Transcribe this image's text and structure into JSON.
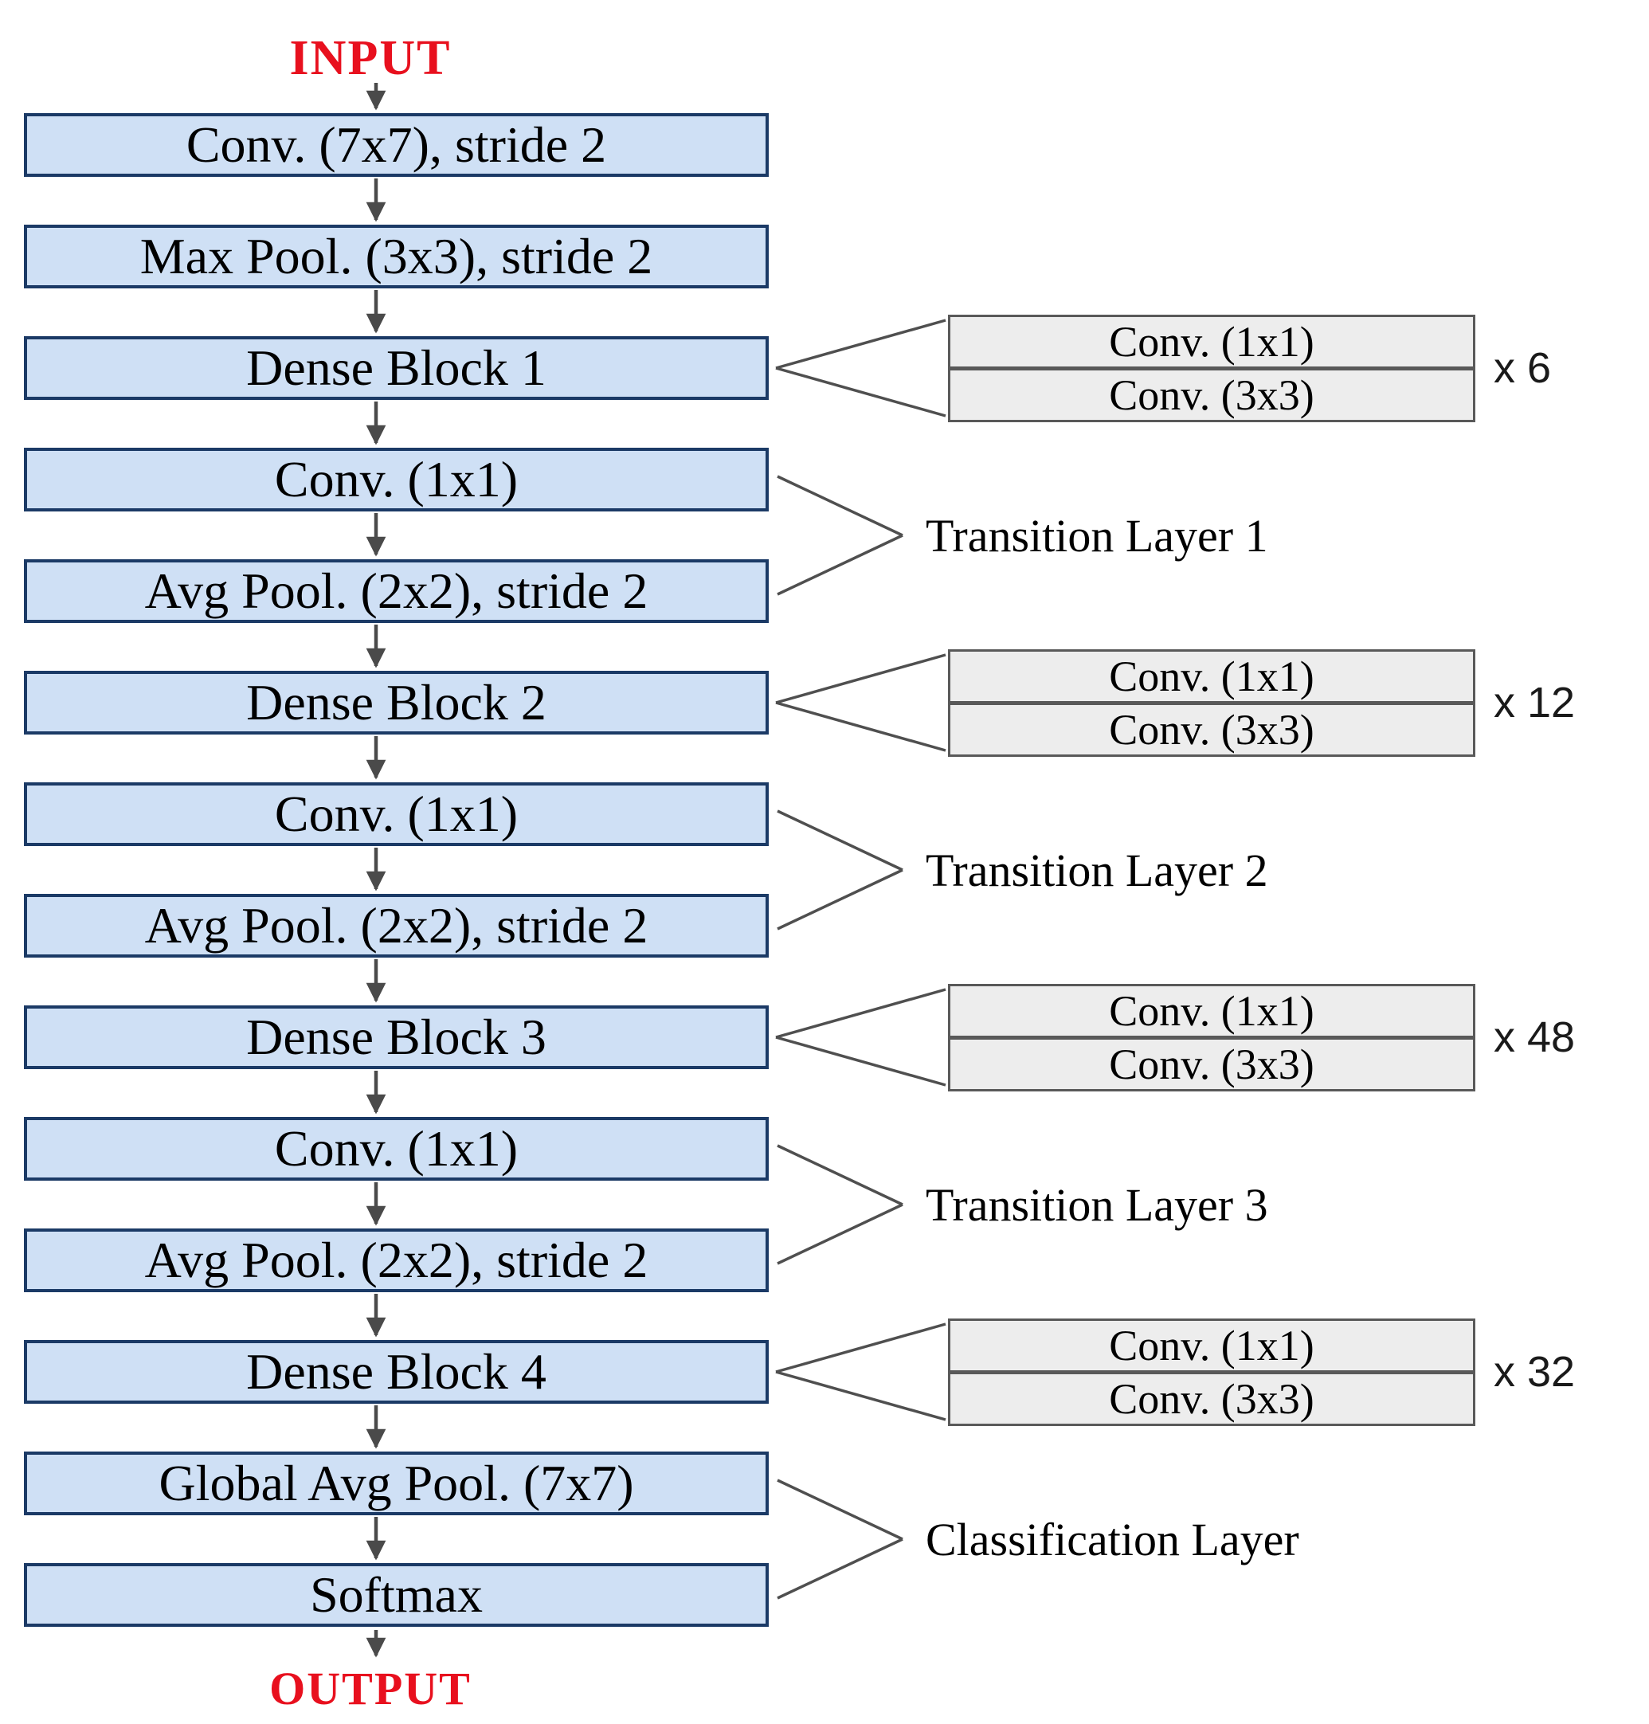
{
  "input_label": "INPUT",
  "output_label": "OUTPUT",
  "main_flow": [
    {
      "label": "Conv. (7x7), stride 2"
    },
    {
      "label": "Max Pool. (3x3), stride 2"
    },
    {
      "label": "Dense Block 1"
    },
    {
      "label": "Conv. (1x1)"
    },
    {
      "label": "Avg Pool. (2x2), stride 2"
    },
    {
      "label": "Dense Block 2"
    },
    {
      "label": "Conv. (1x1)"
    },
    {
      "label": "Avg Pool. (2x2), stride 2"
    },
    {
      "label": "Dense Block 3"
    },
    {
      "label": "Conv. (1x1)"
    },
    {
      "label": "Avg Pool. (2x2), stride 2"
    },
    {
      "label": "Dense Block 4"
    },
    {
      "label": "Global Avg Pool. (7x7)"
    },
    {
      "label": "Softmax"
    }
  ],
  "dense_groups": [
    {
      "conv_a": "Conv. (1x1)",
      "conv_b": "Conv. (3x3)",
      "multiplier": "x 6"
    },
    {
      "conv_a": "Conv. (1x1)",
      "conv_b": "Conv. (3x3)",
      "multiplier": "x 12"
    },
    {
      "conv_a": "Conv. (1x1)",
      "conv_b": "Conv. (3x3)",
      "multiplier": "x 48"
    },
    {
      "conv_a": "Conv. (1x1)",
      "conv_b": "Conv. (3x3)",
      "multiplier": "x 32"
    }
  ],
  "side_labels": [
    "Transition Layer 1",
    "Transition Layer 2",
    "Transition Layer 3",
    "Classification  Layer"
  ],
  "colors": {
    "box_fill": "#cfe0f5",
    "box_border": "#1b3a66",
    "repeat_fill": "#ededed",
    "repeat_border": "#595959",
    "arrow": "#4a4a4a",
    "input_output_red": "#e8101e",
    "text": "#000000"
  }
}
